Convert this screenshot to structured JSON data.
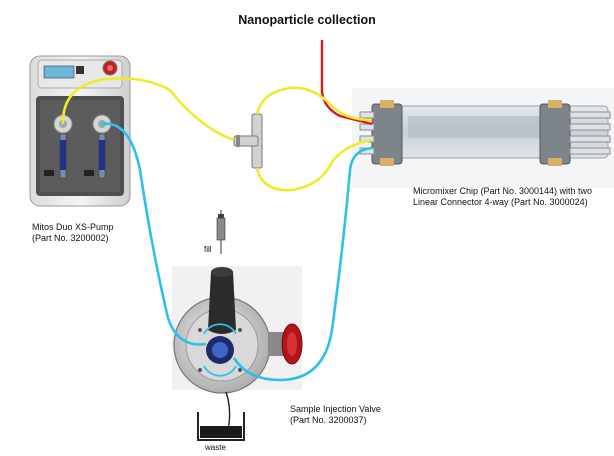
{
  "title": "Nanoparticle collection",
  "pump": {
    "line1": "Mitos Duo XS-Pump",
    "line2": "(Part No. 3200002)"
  },
  "chip": {
    "line1": "Micromixer Chip (Part No. 3000144) with two",
    "line2": "Linear Connector 4-way (Part No. 3000024)"
  },
  "valve": {
    "line1": "Sample Injection Valve",
    "line2": "(Part No. 3200037)"
  },
  "fill_label": "fill",
  "waste_label": "waste",
  "colors": {
    "yellow_tube": "#f0ea2a",
    "blue_tube": "#2cc1ea",
    "red_tube": "#d81a1a",
    "valve_knob": "#b3141a"
  }
}
